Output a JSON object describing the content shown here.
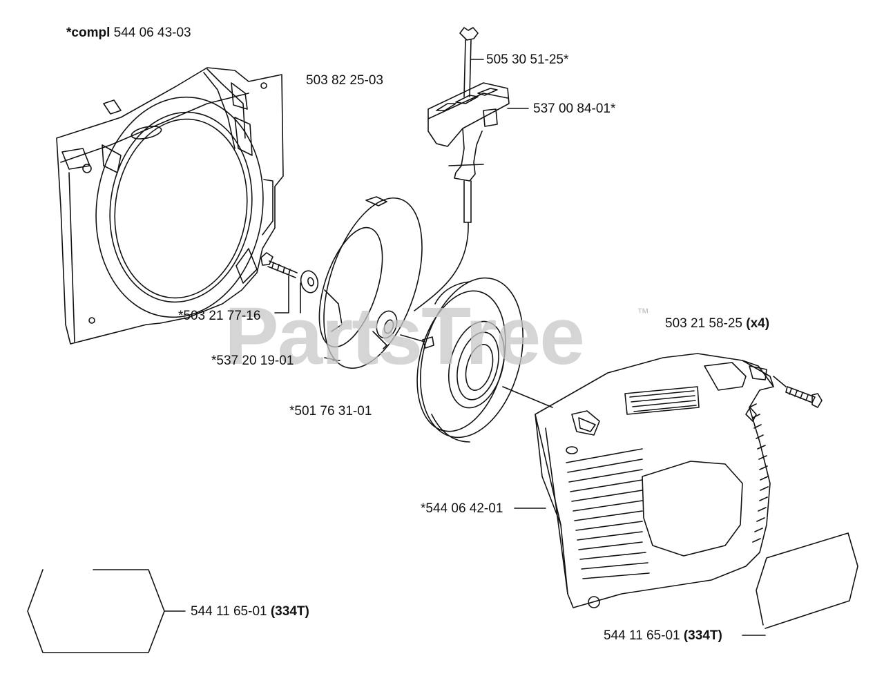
{
  "diagram": {
    "compl_prefix": "*compl",
    "compl_number": "544 06 43-03",
    "labels": {
      "fan_housing": "503 82 25-03",
      "handle_knob": "505 30 51-25*",
      "handle": "537 00 84-01*",
      "screw": "*503 21 77-16",
      "pulley": "*537 20 19-01",
      "spring_cassette": "*501 76 31-01",
      "housing_screws": "503 21 58-25",
      "housing_screws_qty": "(x4)",
      "starter_housing": "*544 06 42-01",
      "decal_left": "544 11 65-01",
      "decal_left_model": "(334T)",
      "decal_right": "544 11 65-01",
      "decal_right_model": "(334T)"
    },
    "watermark": "PartsTree",
    "trademark": "™"
  }
}
